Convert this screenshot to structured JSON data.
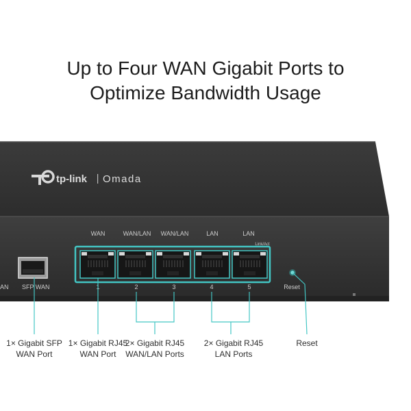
{
  "headline": {
    "line1": "Up to Four WAN Gigabit Ports to",
    "line2": "Optimize Bandwidth Usage"
  },
  "device": {
    "brand": "tp-link",
    "product_line": "Omada",
    "port_labels_top": [
      "WAN",
      "WAN/LAN",
      "WAN/LAN",
      "LAN",
      "LAN"
    ],
    "link_act": "Link/Act",
    "port_numbers": [
      "1",
      "2",
      "3",
      "4",
      "5"
    ],
    "sfp_label": "SFP WAN",
    "left_partial_label": "AN",
    "reset_label": "Reset"
  },
  "callouts": [
    {
      "line1": "1× Gigabit SFP",
      "line2": "WAN Port"
    },
    {
      "line1": "1× Gigabit RJ45",
      "line2": "WAN Port"
    },
    {
      "line1": "2× Gigabit RJ45",
      "line2": "WAN/LAN Ports"
    },
    {
      "line1": "2× Gigabit RJ45",
      "line2": "LAN Ports"
    },
    {
      "line1": "Reset",
      "line2": ""
    }
  ],
  "colors": {
    "accent": "#43c6c4",
    "chassis": "#3a3a3a",
    "port": "#151515"
  }
}
